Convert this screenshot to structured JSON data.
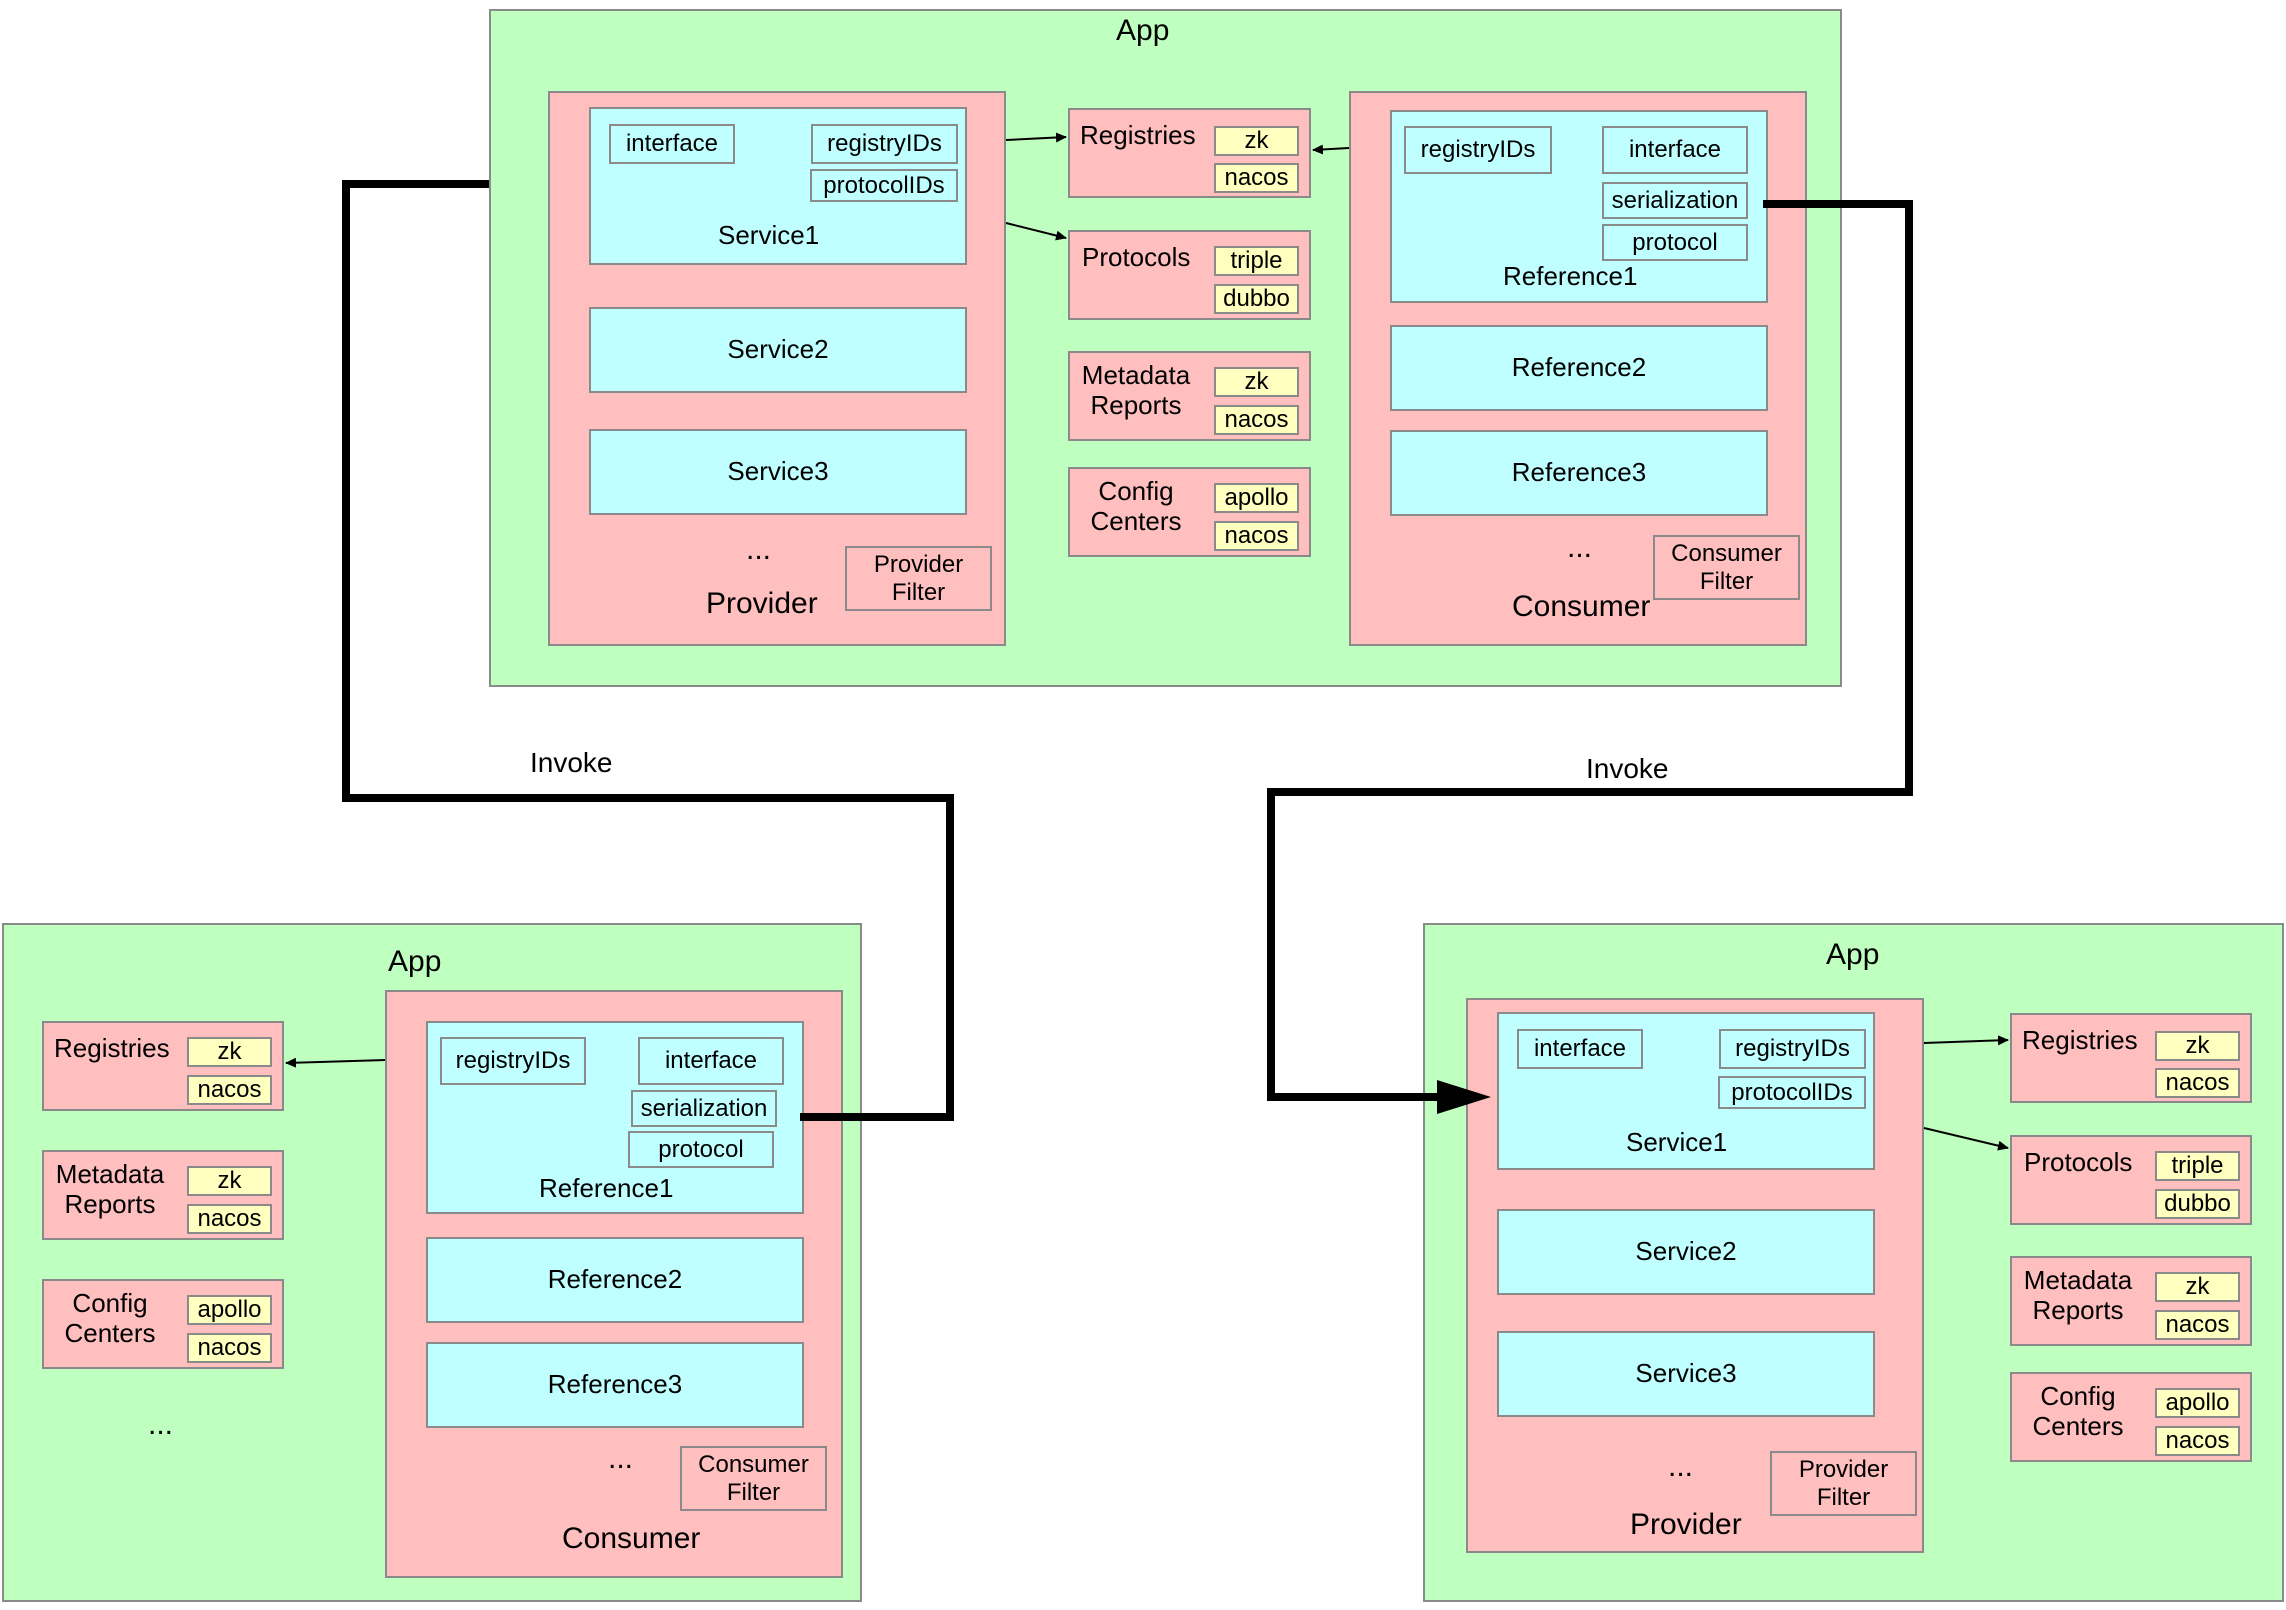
{
  "app_label": "App",
  "invoke_label": "Invoke",
  "ellipsis": "...",
  "provider": {
    "title": "Provider",
    "filter": "Provider Filter",
    "service1": "Service1",
    "service2": "Service2",
    "service3": "Service3",
    "fields": {
      "interface": "interface",
      "registry_ids": "registryIDs",
      "protocol_ids": "protocolIDs"
    }
  },
  "consumer": {
    "title": "Consumer",
    "filter": "Consumer Filter",
    "reference1": "Reference1",
    "reference2": "Reference2",
    "reference3": "Reference3",
    "fields": {
      "registry_ids": "registryIDs",
      "interface": "interface",
      "serialization": "serialization",
      "protocol": "protocol"
    }
  },
  "configs": {
    "registries": {
      "label": "Registries",
      "items": [
        "zk",
        "nacos"
      ]
    },
    "protocols": {
      "label": "Protocols",
      "items": [
        "triple",
        "dubbo"
      ]
    },
    "metadata": {
      "label": "Metadata Reports",
      "items": [
        "zk",
        "nacos"
      ]
    },
    "config_centers": {
      "label": "Config Centers",
      "items": [
        "apollo",
        "nacos"
      ]
    }
  },
  "colors": {
    "app": "#bfffbf",
    "module": "#ffbfbf",
    "service": "#bfffff",
    "item": "#ffffbf",
    "border": "#8a8a8a",
    "wire": "#000000"
  }
}
